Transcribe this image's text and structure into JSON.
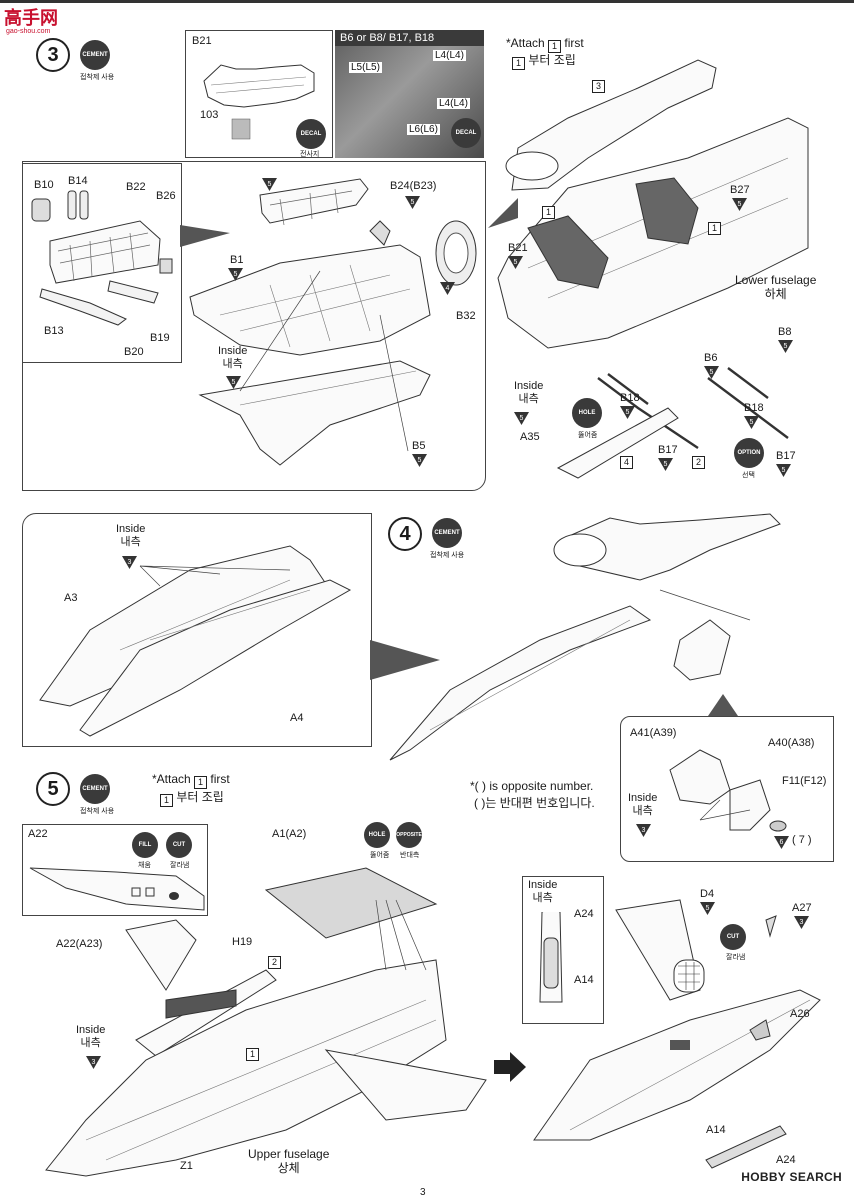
{
  "site": {
    "logo_main": "高手网",
    "logo_sub": "gao-shou.com",
    "watermark": "HOBBY SEARCH",
    "page_number": "3"
  },
  "badges": {
    "cement": "CEMENT",
    "cement_ko": "접착제 사용",
    "decal": "DECAL",
    "decal_ko": "전사지",
    "hole": "HOLE",
    "hole_ko": "뚫어줌",
    "option": "OPTION",
    "option_ko": "선택",
    "fill": "FILL",
    "fill_ko": "채움",
    "cut": "CUT",
    "cut_ko": "잘라냄",
    "opposite": "OPPOSITE",
    "opposite_ko": "반대측"
  },
  "step3": {
    "num": "3",
    "inset_b21": {
      "title": "B21",
      "part": "103"
    },
    "photo_title": "B6 or B8/ B17, B18",
    "photo_labels": [
      "L4(L4)",
      "L5(L5)",
      "L4(L4)",
      "L6(L6)"
    ],
    "attach_note": "*Attach",
    "attach_num": "1",
    "attach_first": "first",
    "attach_ko": "부터 조립",
    "subassy": {
      "B10": "B10",
      "B14": "B14",
      "B22": "B22",
      "B26": "B26",
      "B13": "B13",
      "B20": "B20",
      "B19": "B19"
    },
    "main": {
      "B24": "B24(B23)",
      "B1": "B1",
      "inside": "Inside",
      "inside_ko": "내측",
      "B32": "B32",
      "B5": "B5"
    },
    "right": {
      "B27": "B27",
      "B21": "B21",
      "lower": "Lower fuselage",
      "lower_ko": "하체",
      "B6": "B6",
      "B8": "B8",
      "inside": "Inside",
      "inside_ko": "내측",
      "B18a": "B18",
      "B18b": "B18",
      "A35": "A35",
      "B17a": "B17",
      "B17b": "B17"
    },
    "tri_vals": {
      "t5": "5",
      "t4": "4",
      "t3": "3"
    },
    "boxes": {
      "b1": "1",
      "b2": "2",
      "b3": "3",
      "b4": "4"
    }
  },
  "step4": {
    "num": "4",
    "inside": "Inside",
    "inside_ko": "내측",
    "A3": "A3",
    "A4": "A4",
    "detail": {
      "A41": "A41(A39)",
      "A40": "A40(A38)",
      "F11": "F11(F12)",
      "inside": "Inside",
      "inside_ko": "내측",
      "v6": "6",
      "v7": "7"
    }
  },
  "step5": {
    "num": "5",
    "attach_note": "*Attach",
    "attach_num": "1",
    "attach_first": "first",
    "attach_ko": "부터 조립",
    "opp_note": "*(    ) is opposite number.",
    "opp_ko": "(    )는 반대편 번호입니다.",
    "inset_a22": "A22",
    "A1": "A1(A2)",
    "A22": "A22(A23)",
    "H19": "H19",
    "inside": "Inside",
    "inside_ko": "내측",
    "Z1": "Z1",
    "upper": "Upper fuselage",
    "upper_ko": "상체",
    "canopy": {
      "inside": "Inside",
      "inside_ko": "내측",
      "A24": "A24",
      "A14": "A14"
    },
    "D4": "D4",
    "A27": "A27",
    "A26": "A26",
    "A14": "A14",
    "A24": "A24"
  }
}
